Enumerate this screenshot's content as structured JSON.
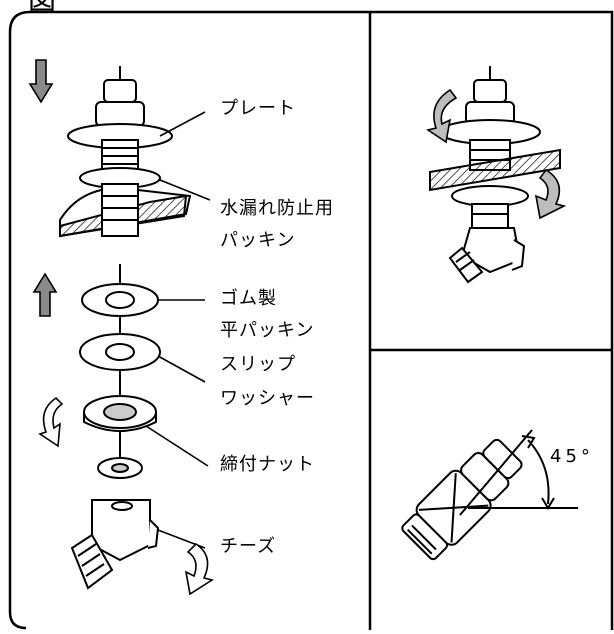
{
  "heading": "図",
  "labels": {
    "plate": "プレート",
    "seal_line1": "水漏れ防止用",
    "seal_line2": "パッキン",
    "rubber_line1": "ゴム製",
    "rubber_line2": "平パッキン",
    "slip_line1": "スリップ",
    "slip_line2": "ワッシャー",
    "nut": "締付ナット",
    "tee": "チーズ"
  },
  "angle_label": "45°",
  "colors": {
    "arrow_fill": "#8a8a8a",
    "hatch": "#000000",
    "line": "#000000"
  },
  "icons": [
    "down-arrow-icon",
    "up-arrow-icon",
    "rotate-arrow-icon"
  ]
}
